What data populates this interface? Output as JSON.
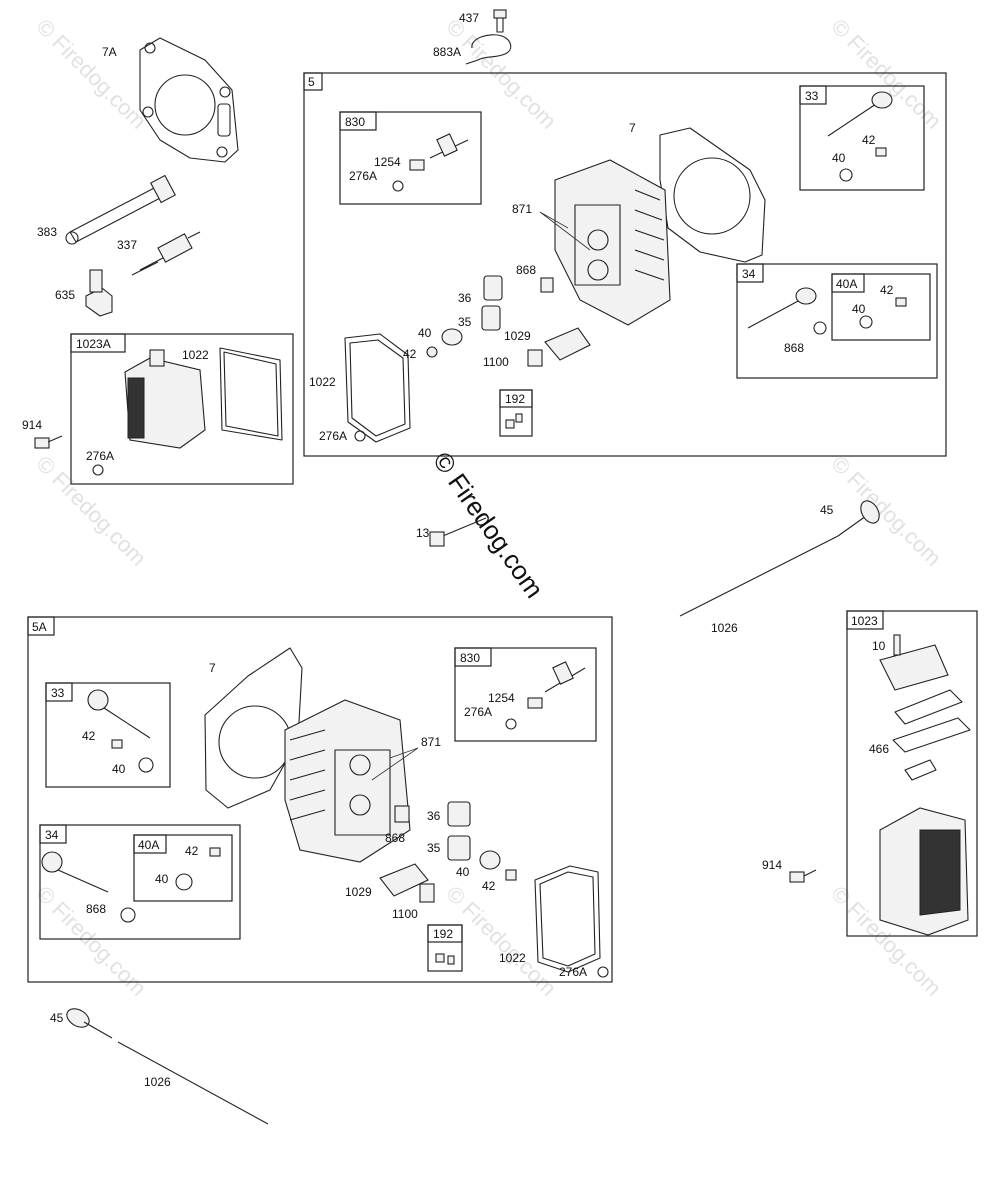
{
  "watermark": "© Firedog.com",
  "center_watermark": "© Firedog.com",
  "assemblies": [
    {
      "label": "5"
    },
    {
      "label": "830"
    },
    {
      "label": "33"
    },
    {
      "label": "34"
    },
    {
      "label": "40A"
    },
    {
      "label": "192"
    },
    {
      "label": "1023A"
    },
    {
      "label": "5A"
    },
    {
      "label": "830"
    },
    {
      "label": "33"
    },
    {
      "label": "34"
    },
    {
      "label": "40A"
    },
    {
      "label": "192"
    },
    {
      "label": "1023"
    }
  ],
  "callouts": [
    "437",
    "883A",
    "7A",
    "383",
    "337",
    "635",
    "1022",
    "914",
    "276A",
    "7",
    "1254",
    "276A",
    "871",
    "868",
    "36",
    "35",
    "40",
    "42",
    "1029",
    "1100",
    "1022",
    "276A",
    "42",
    "40",
    "42",
    "40",
    "868",
    "13",
    "45",
    "1026",
    "7",
    "1254",
    "276A",
    "871",
    "42",
    "40",
    "868",
    "36",
    "35",
    "40",
    "42",
    "42",
    "40",
    "868",
    "1029",
    "1100",
    "1022",
    "276A",
    "10",
    "466",
    "914",
    "45",
    "1026"
  ]
}
